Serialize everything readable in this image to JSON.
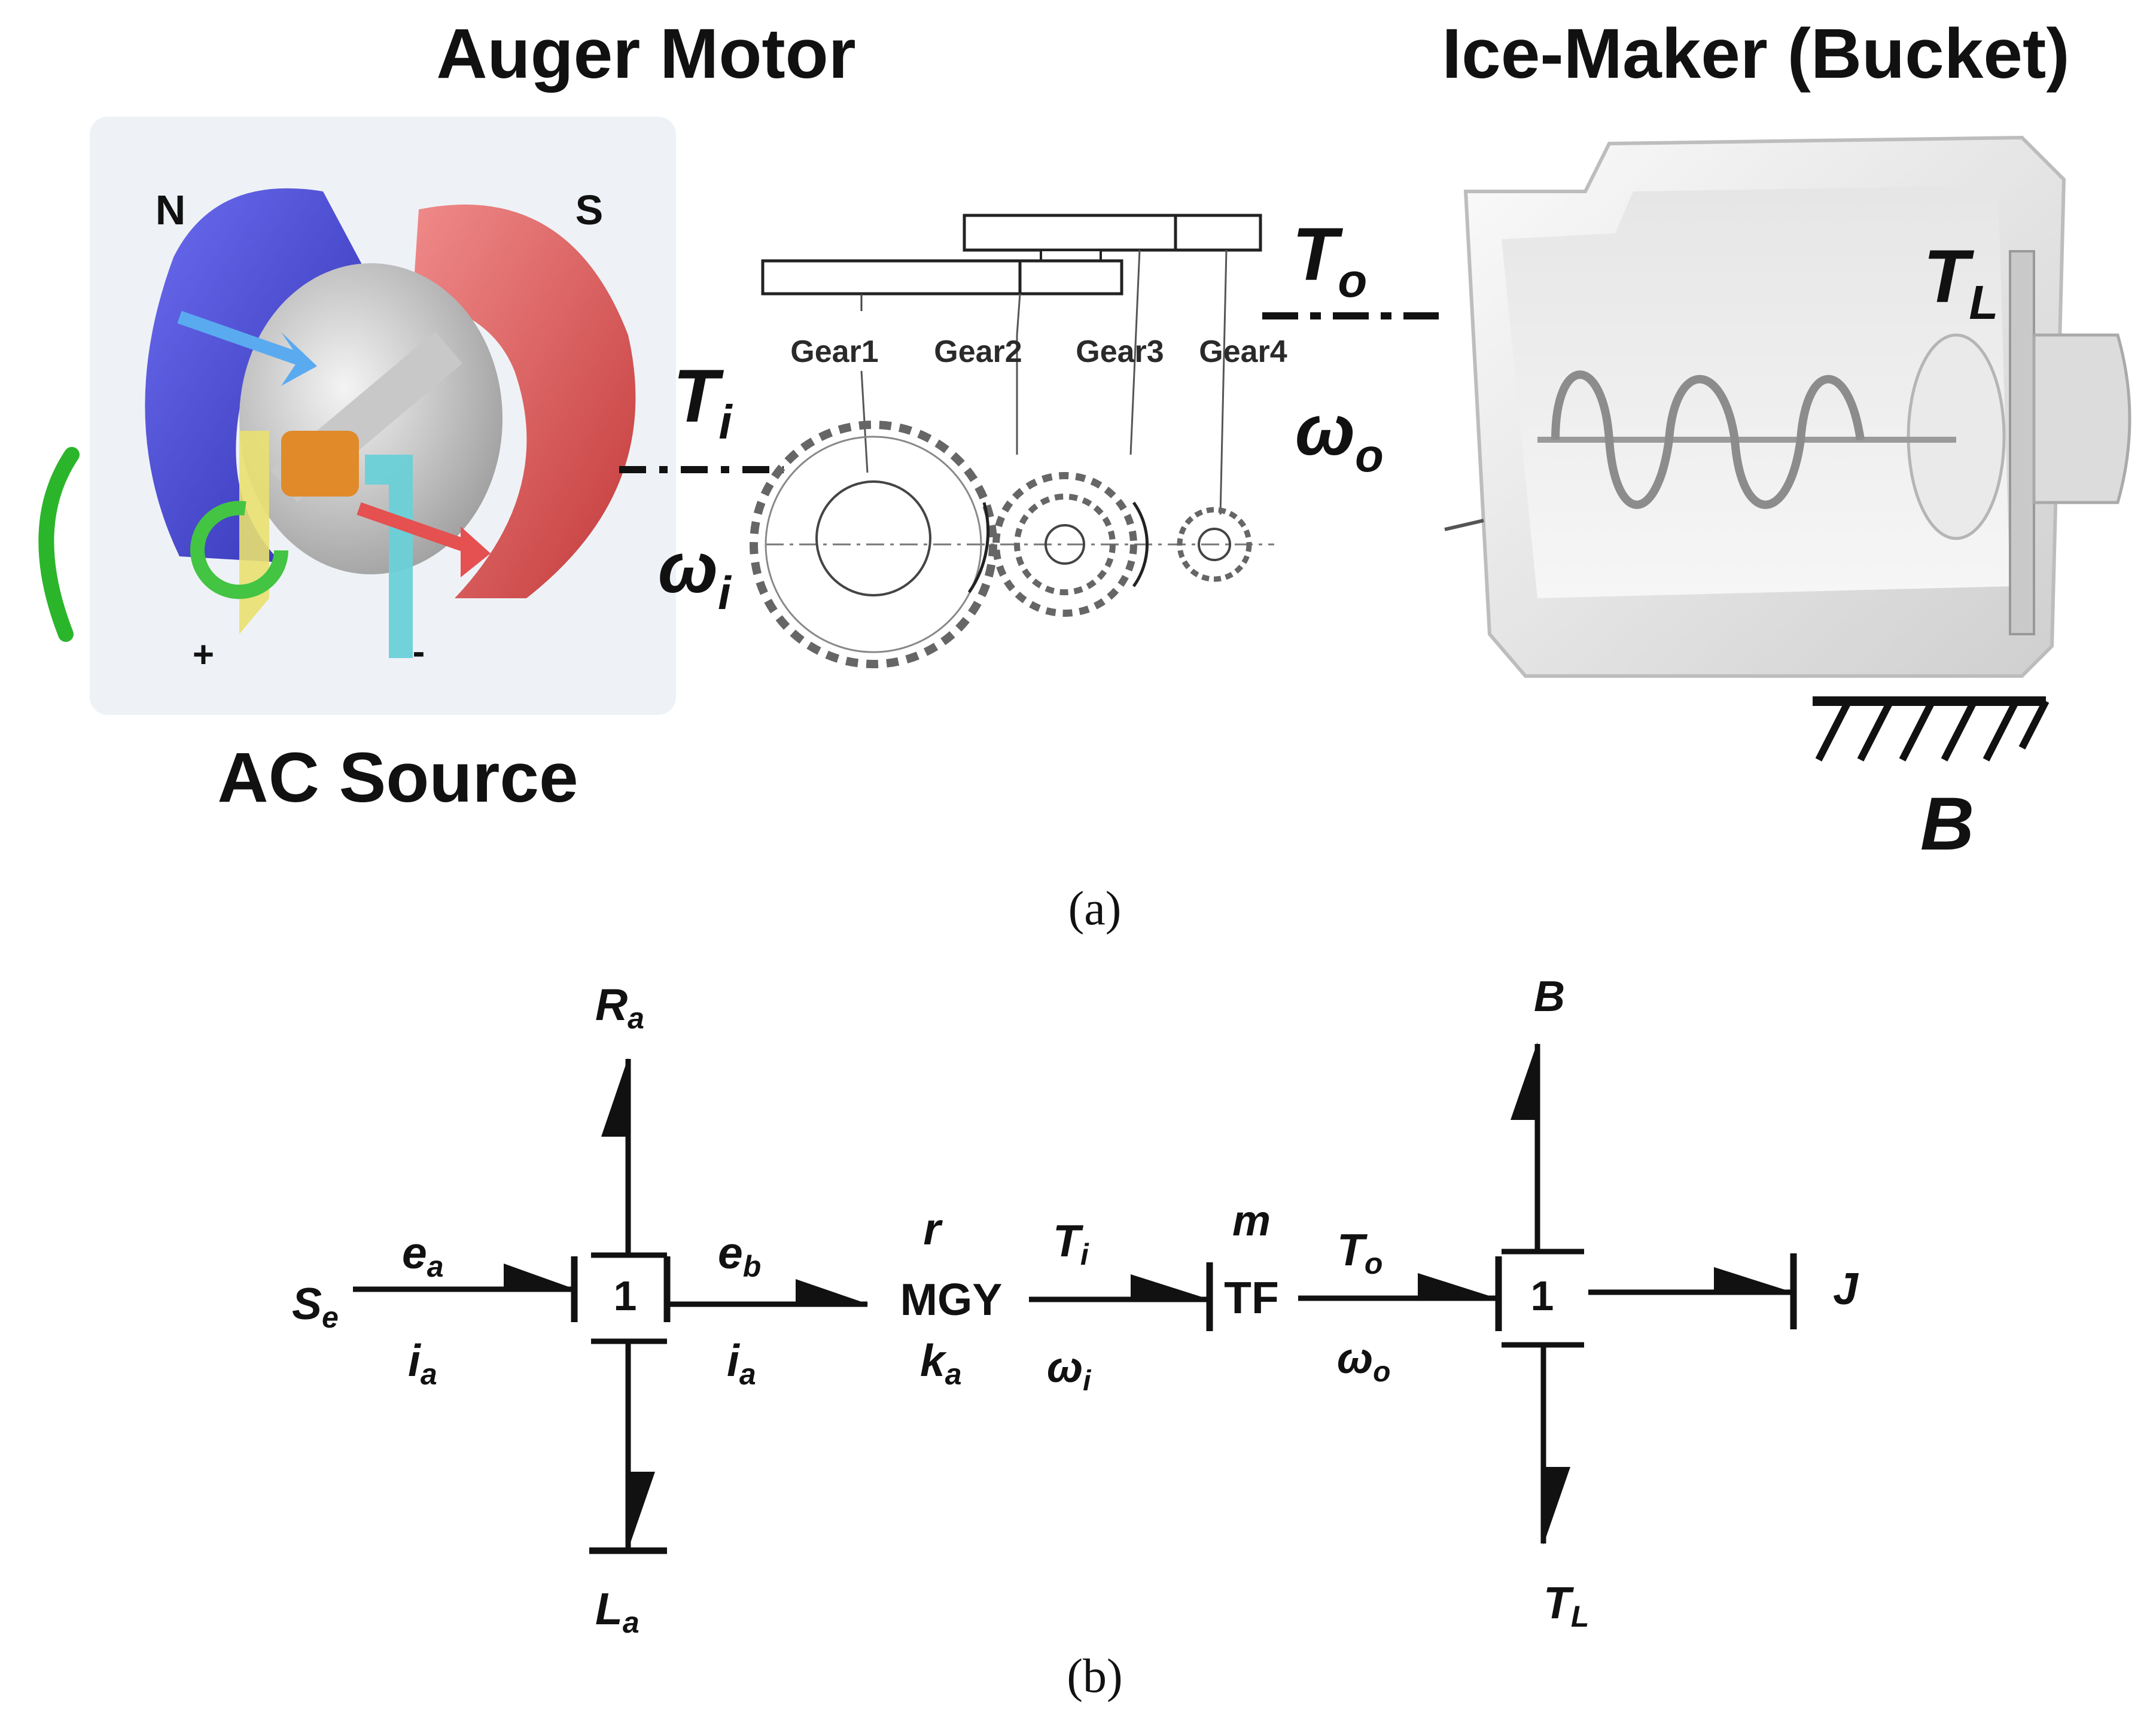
{
  "panel_a": {
    "motor_title": "Auger Motor",
    "bucket_title": "Ice-Maker (Bucket)",
    "pole_n": "N",
    "pole_s": "S",
    "plus": "+",
    "minus": "-",
    "source_label": "AC Source",
    "gear_labels": [
      "Gear1",
      "Gear2",
      "Gear3",
      "Gear4"
    ],
    "ti": {
      "base": "T",
      "sub": "i"
    },
    "wi": {
      "base": "ω",
      "sub": "i"
    },
    "to": {
      "base": "T",
      "sub": "o"
    },
    "wo": {
      "base": "ω",
      "sub": "o"
    },
    "tl": {
      "base": "T",
      "sub": "L"
    },
    "b": "B",
    "caption": "(a)",
    "colors": {
      "north_pole": "#4a4ad8",
      "south_pole": "#e85a5a",
      "brush_plus": "#e8e070",
      "brush_minus": "#6ad0d8",
      "commutator": "#e08a2a",
      "wire": "#2bb52b"
    }
  },
  "panel_b": {
    "se": {
      "base": "S",
      "sub": "e"
    },
    "ea": {
      "base": "e",
      "sub": "a"
    },
    "ia1": {
      "base": "i",
      "sub": "a"
    },
    "junction1": "1",
    "ra": {
      "base": "R",
      "sub": "a"
    },
    "la": {
      "base": "L",
      "sub": "a"
    },
    "eb": {
      "base": "e",
      "sub": "b"
    },
    "ia2": {
      "base": "i",
      "sub": "a"
    },
    "r": "r",
    "mgy": "MGY",
    "ka": {
      "base": "k",
      "sub": "a"
    },
    "ti": {
      "base": "T",
      "sub": "i"
    },
    "wi": {
      "base": "ω",
      "sub": "i"
    },
    "m": "m",
    "tf": "TF",
    "to": {
      "base": "T",
      "sub": "o"
    },
    "wo": {
      "base": "ω",
      "sub": "o"
    },
    "junction2": "1",
    "b": "B",
    "tl": {
      "base": "T",
      "sub": "L"
    },
    "j": "J",
    "caption": "(b)"
  }
}
